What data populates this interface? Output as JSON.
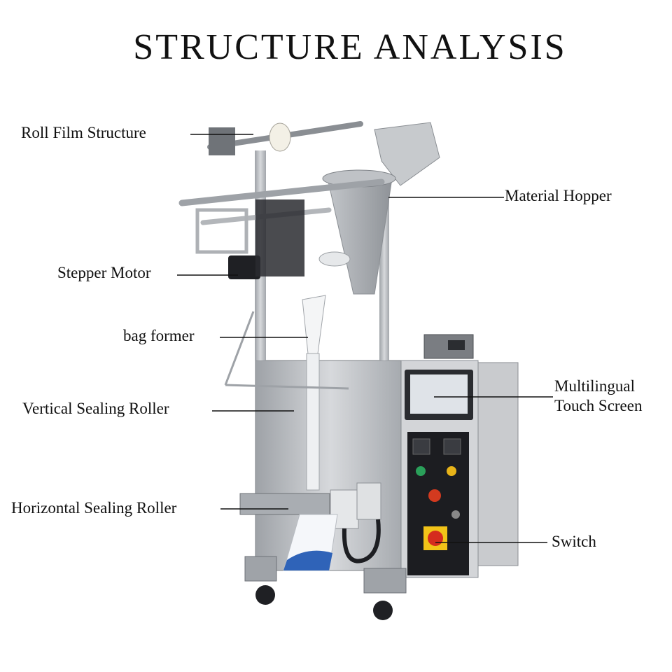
{
  "title": "STRUCTURE ANALYSIS",
  "labels": {
    "roll_film": "Roll Film Structure",
    "material_hopper": "Material Hopper",
    "stepper_motor": "Stepper Motor",
    "bag_former": "bag former",
    "vertical_sealing": "Vertical Sealing Roller",
    "multilingual": "Multilingual",
    "touch_screen": "Touch Screen",
    "horizontal_sealing": "Horizontal Sealing Roller",
    "switch": "Switch"
  },
  "colors": {
    "steel": "#b9bcc0",
    "panel": "#1c1d21",
    "leader": "#111111"
  }
}
